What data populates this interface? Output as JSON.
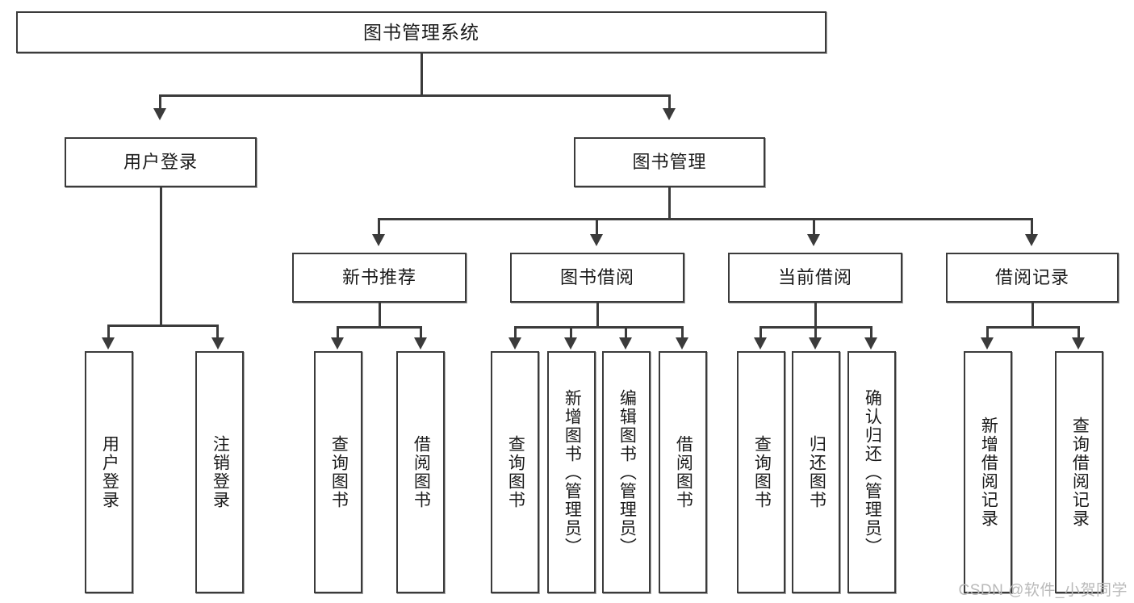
{
  "diagram": {
    "title": "图书管理系统",
    "root": {
      "id": "root",
      "label": "图书管理系统",
      "orientation": "horizontal"
    },
    "level2": [
      {
        "id": "user-login",
        "label": "用户登录",
        "orientation": "horizontal"
      },
      {
        "id": "book-manage",
        "label": "图书管理",
        "orientation": "horizontal"
      }
    ],
    "level3": [
      {
        "id": "new-book-recommend",
        "label": "新书推荐",
        "orientation": "horizontal",
        "parent": "book-manage"
      },
      {
        "id": "book-borrow",
        "label": "图书借阅",
        "orientation": "horizontal",
        "parent": "book-manage"
      },
      {
        "id": "current-borrow",
        "label": "当前借阅",
        "orientation": "horizontal",
        "parent": "book-manage"
      },
      {
        "id": "borrow-record",
        "label": "借阅记录",
        "orientation": "horizontal",
        "parent": "book-manage"
      }
    ],
    "leaves": [
      {
        "id": "leaf-user-login",
        "label": "用户登录",
        "parent": "user-login"
      },
      {
        "id": "leaf-logout-login",
        "label": "注销登录",
        "parent": "user-login"
      },
      {
        "id": "leaf-query-book-1",
        "label": "查询图书",
        "parent": "new-book-recommend"
      },
      {
        "id": "leaf-borrow-book-1",
        "label": "借阅图书",
        "parent": "new-book-recommend"
      },
      {
        "id": "leaf-query-book-2",
        "label": "查询图书",
        "parent": "book-borrow"
      },
      {
        "id": "leaf-add-book",
        "label": "新增图书（管理员）",
        "parent": "book-borrow"
      },
      {
        "id": "leaf-edit-book",
        "label": "编辑图书（管理员）",
        "parent": "book-borrow"
      },
      {
        "id": "leaf-borrow-book-2",
        "label": "借阅图书",
        "parent": "book-borrow"
      },
      {
        "id": "leaf-query-book-3",
        "label": "查询图书",
        "parent": "current-borrow"
      },
      {
        "id": "leaf-return-book",
        "label": "归还图书",
        "parent": "current-borrow"
      },
      {
        "id": "leaf-confirm-return",
        "label": "确认归还（管理员）",
        "parent": "current-borrow"
      },
      {
        "id": "leaf-add-record",
        "label": "新增借阅记录",
        "parent": "borrow-record"
      },
      {
        "id": "leaf-query-record",
        "label": "查询借阅记录",
        "parent": "borrow-record"
      }
    ],
    "watermark": "CSDN @软件_小贺同学",
    "colors": {
      "stroke": "#3b3b3b",
      "text": "#1a1a1a",
      "background": "#ffffff",
      "watermark": "#b9b9b9"
    }
  }
}
